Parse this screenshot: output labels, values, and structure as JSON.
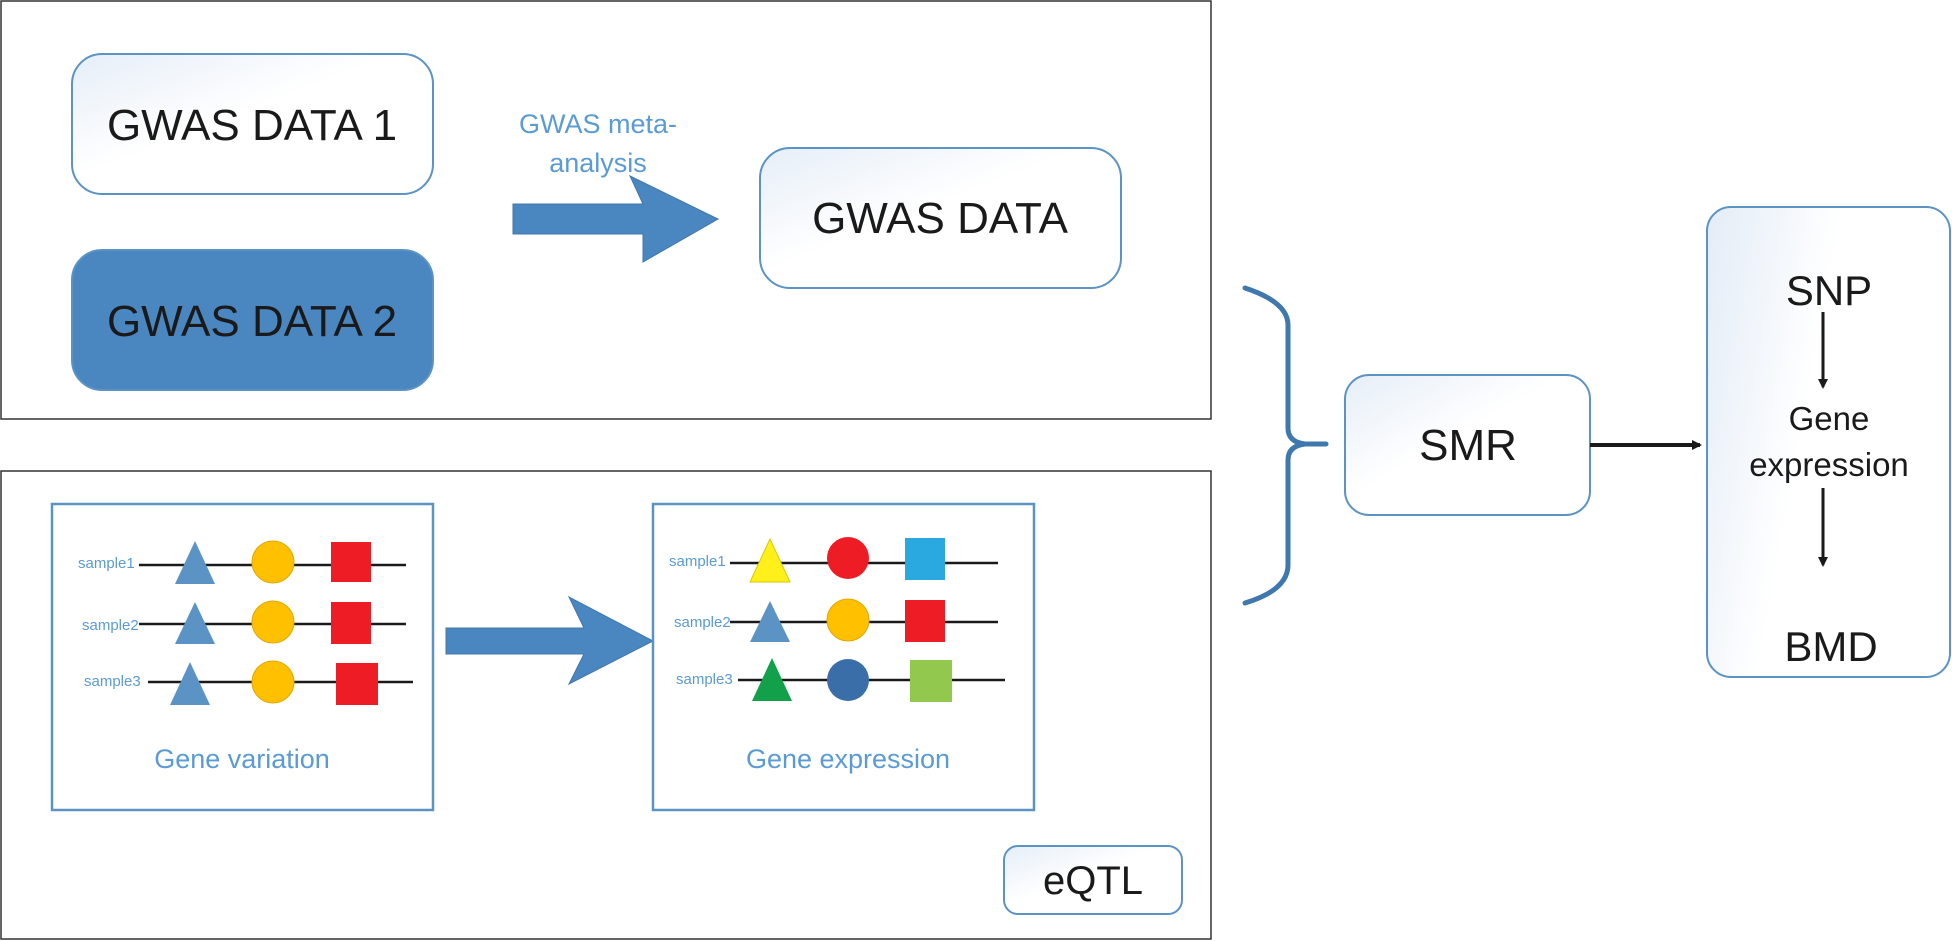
{
  "gwas_panel": {
    "data1_label": "GWAS DATA 1",
    "data2_label": "GWAS DATA 2",
    "meta_line1": "GWAS meta-",
    "meta_line2": "analysis",
    "data_label": "GWAS DATA"
  },
  "eqtl_panel": {
    "variation_samples": [
      "sample1",
      "sample2",
      "sample3"
    ],
    "variation_caption": "Gene variation",
    "expression_samples": [
      "sample1",
      "sample2",
      "sample3"
    ],
    "expression_caption": "Gene expression",
    "eqtl_label": "eQTL"
  },
  "smr_label": "SMR",
  "result_box": {
    "snp": "SNP",
    "gene_line1": "Gene",
    "gene_line2": "expression",
    "bmd": "BMD"
  },
  "colors": {
    "accent_blue": "#4a86c0",
    "box_border": "#5b93c4",
    "text_blue": "#5b9bd5",
    "dark_text": "#1a1a1a",
    "orange": "#ffc000",
    "red": "#ee1c24",
    "cyan": "#29a9e0",
    "yellow": "#ffef1a",
    "green": "#13a04a",
    "dark_blue": "#3a6ea8",
    "light_green": "#92c84e"
  }
}
